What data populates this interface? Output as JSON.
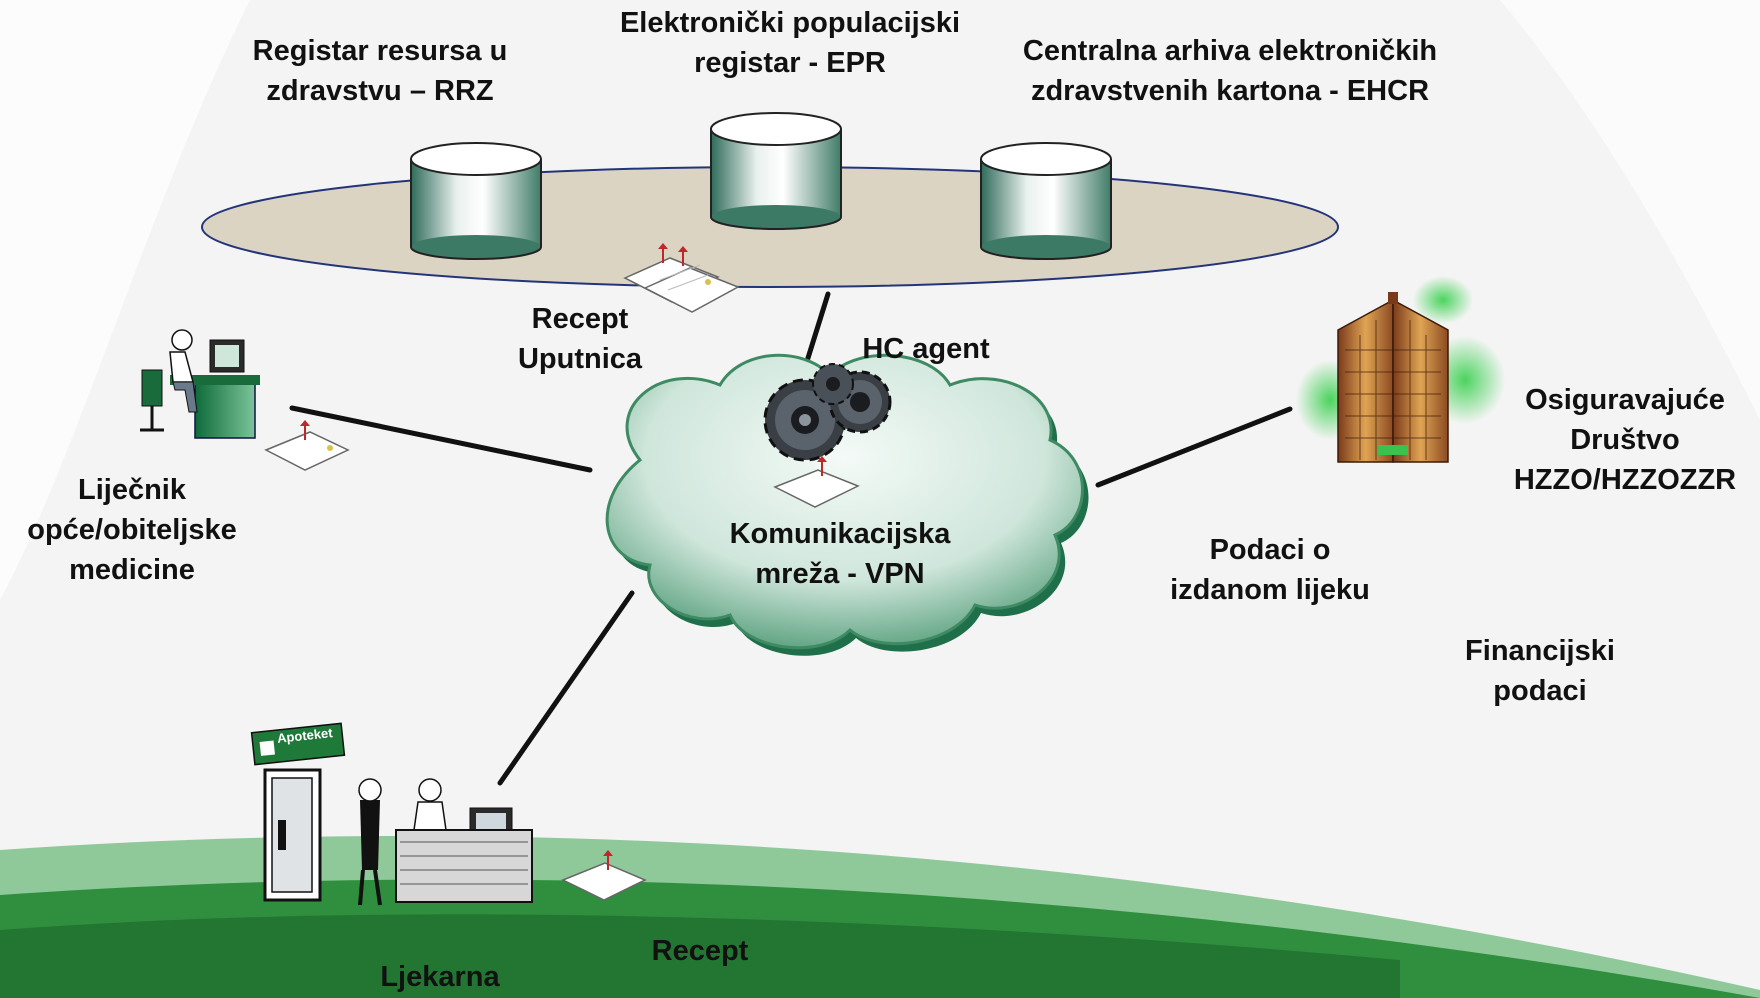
{
  "diagram": {
    "registers": [
      {
        "lines": [
          "Registar resursa u",
          "zdravstvu – RRZ"
        ]
      },
      {
        "lines": [
          "Elektronički populacijski",
          "registar - EPR"
        ]
      },
      {
        "lines": [
          "Centralna arhiva elektroničkih",
          "zdravstvenih kartona - EHCR"
        ]
      }
    ],
    "doc_labels": {
      "lines": [
        "Recept",
        "Uputnica"
      ]
    },
    "agent_label": "HC agent",
    "network_label": {
      "lines": [
        "Komunikacijska",
        "mreža - VPN"
      ]
    },
    "doctor_label": {
      "lines": [
        "Liječnik",
        "opće/obiteljske",
        "medicine"
      ]
    },
    "insurer_label": {
      "lines": [
        "Osiguravajuće",
        "Društvo",
        "HZZO/HZZOZZR"
      ]
    },
    "dispensed_label": {
      "lines": [
        "Podaci o",
        "izdanom lijeku"
      ]
    },
    "financial_label": {
      "lines": [
        "Financijski",
        "podaci"
      ]
    },
    "pharmacy_sign": "Apoteket",
    "pharmacy_label": "Ljekarna",
    "pharmacy_doc_label": "Recept"
  },
  "colors": {
    "platform": "#dcd4c3",
    "cloud": "#cfe6db",
    "cloud_outline": "#3d8a63",
    "brand_green": "#2f8f3f",
    "line": "#111111"
  }
}
